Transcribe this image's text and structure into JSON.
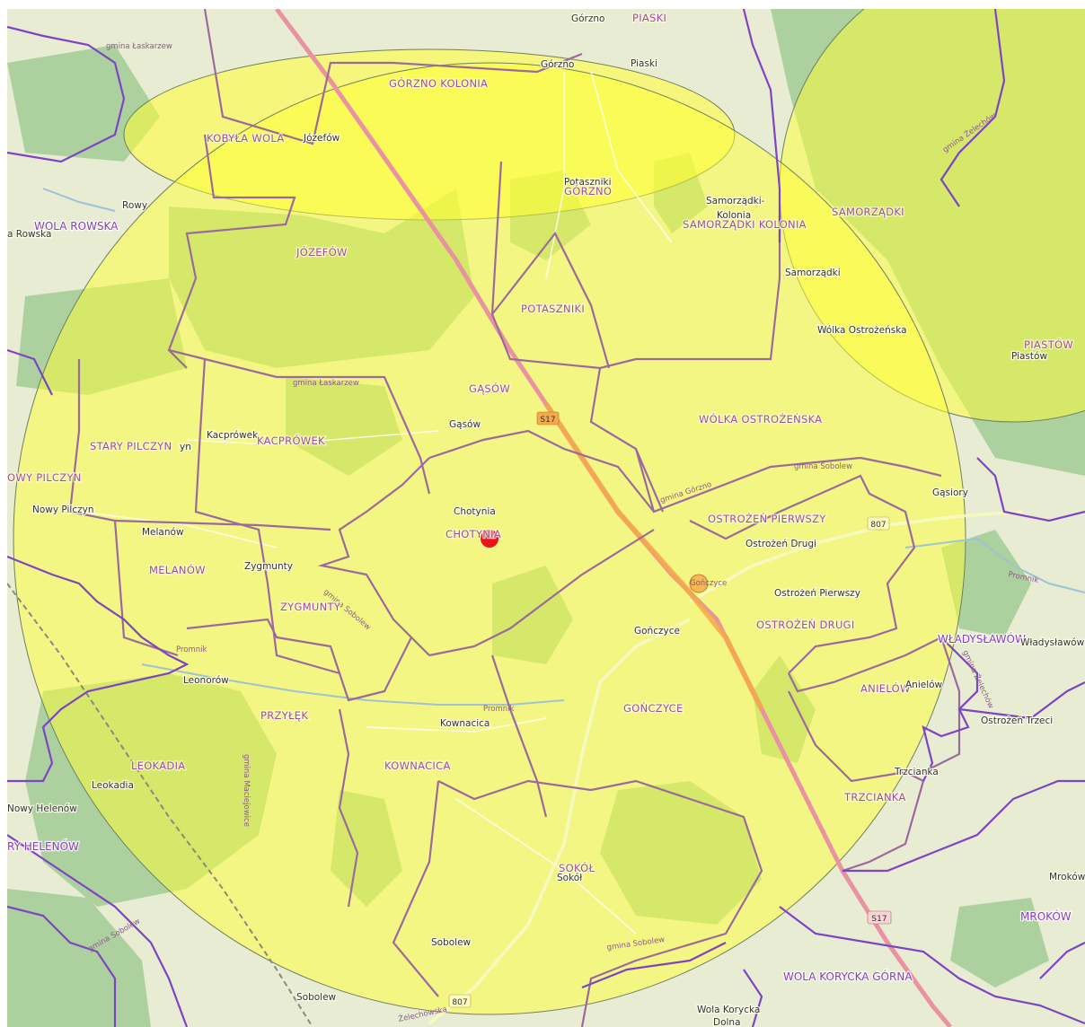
{
  "map": {
    "colors": {
      "base": "#f1efe9",
      "forest": "#add19e",
      "meadow": "#cdebb0",
      "overlay_fill": "#ffff33",
      "admin_border": "#9a6a9e",
      "gmina_border": "#7c45c4",
      "expressway": "#e892a2",
      "marker": "#e8141c"
    },
    "labels": {
      "gorzno_kolonia": "GÓRZNO KOLONIA",
      "gorzno_top": "Górzno",
      "piaski_caps": "PIASKI",
      "piaski": "Piaski",
      "gorzno_town": "Górzno",
      "kobyla_wola": "KOBYŁA WOLA",
      "jozefow_place": "Józefów",
      "gmina_laskarzew_1": "gmina Łaskarzew",
      "rowy": "Rowy",
      "wola_rowska": "WOLA ROWSKA",
      "rowska": "a Rowska",
      "jozefow_caps": "JÓZEFÓW",
      "potaszniki_place": "Potaszniki",
      "gorzno_caps": "GÓRZNO",
      "samorzadki_kolonia_place_1": "Samorządki-",
      "samorzadki_kolonia_place_2": "Kolonia",
      "samorzadki_kolonia_caps": "SAMORZĄDKI KOLONIA",
      "samorzadki_caps": "SAMORZĄDKI",
      "gmina_zelechow": "gmina Żelechów",
      "samorzadki_place": "Samorządki",
      "potaszniki_caps": "POTASZNIKI",
      "wolka_ostrozenska_place": "Wólka Ostrożeńska",
      "piastow_caps": "PIASTÓW",
      "piastow_place": "Piastów",
      "gmina_laskarzew_2": "gmina Łaskarzew",
      "gasow_caps": "GĄSÓW",
      "road_s17_a": "S17",
      "wolka_ostrozenska_caps": "WÓLKA OSTROŻEŃSKA",
      "gasow_place": "Gąsów",
      "kacprowek_place": "Kacprówek",
      "kacprowek_caps": "KACPRÓWEK",
      "stary_pilczyn": "STARY PILCZYN",
      "pilczyn_frag": "yn",
      "gmina_sobolew_1": "gmina Sobolew",
      "gmina_gorzno": "gmina Górzno",
      "nowy_pilczyn_caps": "OWY PILCZYN",
      "gasiory": "Gąsiory",
      "chotynia_place": "Chotynia",
      "ostrozen_pierwszy_caps": "OSTROŻEŃ PIERWSZY",
      "nowy_pilczyn_place": "Nowy Pilczyn",
      "road_807_a": "807",
      "chotynia_caps": "CHOTYNIA",
      "melanow_place": "Melanów",
      "ostrozen_drugi_place": "Ostrożeń Drugi",
      "melanow_caps": "MELANÓW",
      "zygmunty_place": "Zygmunty",
      "promnik_1": "Promnik",
      "goniczyce_junction": "Gończyce",
      "ostrozen_pierwszy_place": "Ostrożeń Pierwszy",
      "gmina_sobolew_2": "gmina Sobolew",
      "zygmunty_caps": "ZYGMUNTY",
      "ostrozen_drugi_caps": "OSTROŻEŃ DRUGI",
      "gonczyce_place": "Gończyce",
      "wladyslawow_caps": "WŁADYSŁAWÓW",
      "wladyslawow_place": "Władysławów",
      "promnik_2": "Promnik",
      "leonorow": "Leonorów",
      "gmina_zelechow_2": "gmina Żelechów",
      "anielow_caps": "ANIELÓW",
      "anielow_place": "Anielów",
      "przylek": "PRZYŁĘK",
      "promnik_3": "Promnik",
      "gonczyce_caps": "GOŃCZYCE",
      "kownacica_place": "Kownacica",
      "ostrozen_trzeci": "Ostrożeń Trzeci",
      "leokadia_caps": "LEOKADIA",
      "gmina_maciejowice": "gmina Maciejowice",
      "kownacica_caps": "KOWNACICA",
      "trzcianka_place": "Trzcianka",
      "leokadia_place": "Leokadia",
      "trzcianka_caps": "TRZCIANKA",
      "nowy_helenow_place": "Nowy Helenów",
      "nowy_helenow_caps": "RY HELENÓW",
      "sokol_caps": "SOKÓŁ",
      "sokol_place": "Sokół",
      "mrokow_place": "Mroków",
      "road_s17_b": "S17",
      "gmina_sobolew_3": "gmina Sobolew",
      "mrokow_caps": "MROKÓW",
      "gmina_sobolew_4": "gmina Sobolew",
      "sobolew_place": "Sobolew",
      "wola_korycka_gorna": "WOLA KORYCKA GÓRNA",
      "sobolew_town": "Sobolew",
      "road_807_b": "807",
      "zelechowska": "Żelechowska",
      "wola_korycka_place_1": "Wola Korycka",
      "wola_korycka_place_2": "Dolna"
    }
  }
}
